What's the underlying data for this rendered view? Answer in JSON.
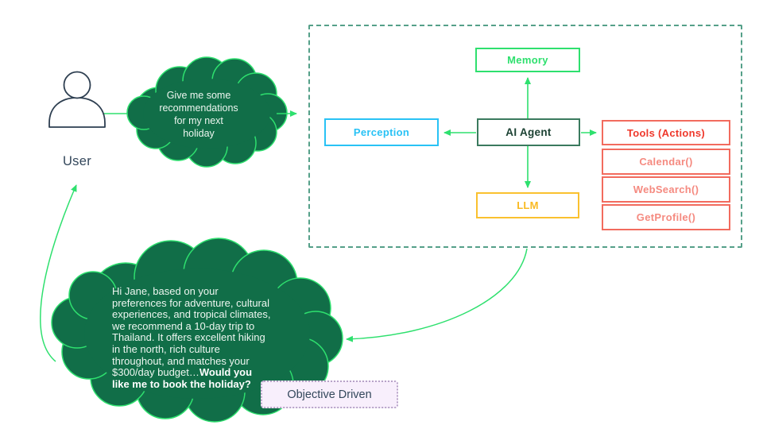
{
  "user": {
    "label": "User"
  },
  "request_cloud": {
    "lines": [
      "Give me some",
      "recommendations",
      "for my next",
      "holiday"
    ]
  },
  "response_cloud": {
    "lines": [
      {
        "normal": "Hi Jane, based on your",
        "bold": ""
      },
      {
        "normal": "preferences for adventure, cultural",
        "bold": ""
      },
      {
        "normal": "experiences, and tropical climates,",
        "bold": ""
      },
      {
        "normal": "we recommend a 10-day trip to",
        "bold": ""
      },
      {
        "normal": "Thailand. It offers excellent hiking",
        "bold": ""
      },
      {
        "normal": "in the north, rich culture",
        "bold": ""
      },
      {
        "normal": "throughout, and matches your",
        "bold": ""
      },
      {
        "normal": "$300/day budget…",
        "bold": "Would you"
      },
      {
        "normal": "",
        "bold": "like me to book the holiday?"
      }
    ]
  },
  "agent_frame": {
    "agent": {
      "label": "AI Agent"
    },
    "memory": {
      "label": "Memory"
    },
    "perception": {
      "label": "Perception"
    },
    "llm": {
      "label": "LLM"
    },
    "tools": {
      "header": "Tools (Actions)",
      "items": [
        "Calendar()",
        "WebSearch()",
        "GetProfile()"
      ]
    }
  },
  "objective": {
    "label": "Objective Driven"
  },
  "colors": {
    "bright_green": "#2ee06e",
    "cloud_fill": "#116e48",
    "frame_dash": "#55a089",
    "cyan": "#29c2f5",
    "red_header": "#ef382b",
    "red_light": "#f58a80",
    "red_border": "#f26b5e",
    "amber_border": "#fac12f",
    "amber_text": "#f9ba22",
    "navy": "#33475b",
    "agent_text": "#1c4233",
    "lavender_fill": "#f8effc",
    "lavender_border": "#b7a3c8"
  }
}
